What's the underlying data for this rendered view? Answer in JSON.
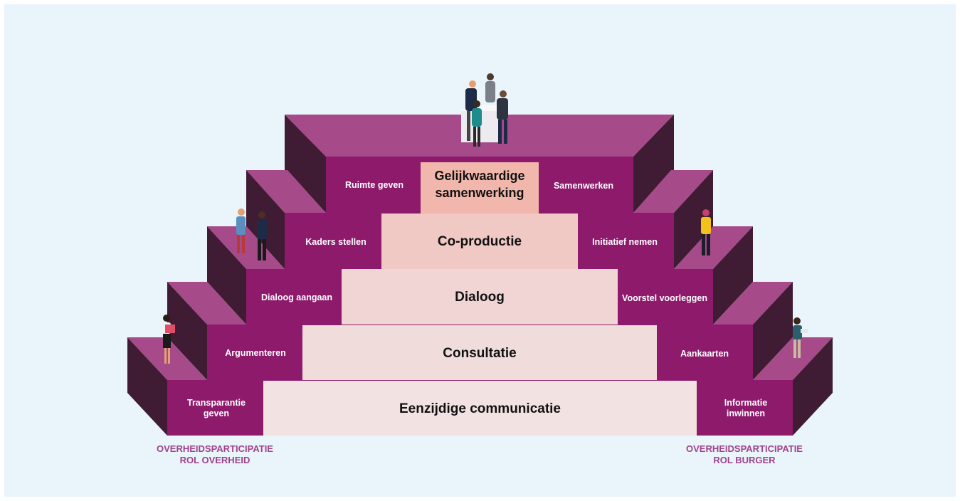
{
  "steps": [
    {
      "center": "Eenzijdige communicatie",
      "left": [
        "Transparantie",
        "geven"
      ],
      "right": [
        "Informatie",
        "inwinnen"
      ],
      "fill": "#f2e2e2"
    },
    {
      "center": "Consultatie",
      "left": [
        "Argumenteren"
      ],
      "right": [
        "Aankaarten"
      ],
      "fill": "#f1dcdc"
    },
    {
      "center": "Dialoog",
      "left": [
        "Dialoog aangaan"
      ],
      "right": [
        "Voorstel voorleggen"
      ],
      "fill": "#f1d5d4"
    },
    {
      "center": "Co-productie",
      "left": [
        "Kaders stellen"
      ],
      "right": [
        "Initiatief nemen"
      ],
      "fill": "#f0c8c4"
    },
    {
      "center": [
        "Gelijkwaardige",
        "samenwerking"
      ],
      "left": [
        "Ruimte geven"
      ],
      "right": [
        "Samenwerken"
      ],
      "fill": "#f1b7ac"
    }
  ],
  "footer": {
    "left": [
      "OVERHEIDSPARTICIPATIE",
      "ROL OVERHEID"
    ],
    "right": [
      "OVERHEIDSPARTICIPATIE",
      "ROL BURGER"
    ]
  },
  "colors": {
    "front": "#8e1a6c",
    "top": "#a64a8a",
    "side": "#3f1c33",
    "footer_text": "#a0428a",
    "background": "#e9f4fb"
  }
}
